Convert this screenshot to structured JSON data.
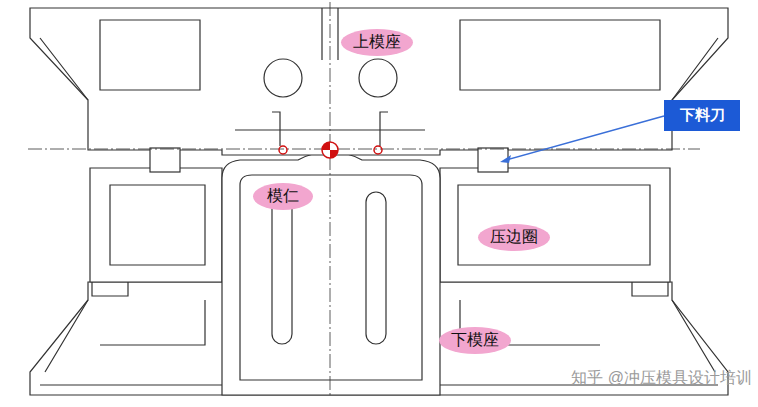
{
  "diagram": {
    "nodes": [
      {
        "text": [
          "上模座"
        ]
      },
      {
        "text": [
          "下料刀"
        ]
      },
      {
        "text": [
          "模仁"
        ]
      },
      {
        "text": [
          "压边圈"
        ]
      },
      {
        "text": [
          "下模座"
        ]
      }
    ],
    "labels": [
      "知乎 @冲压模具设计培训"
    ]
  }
}
